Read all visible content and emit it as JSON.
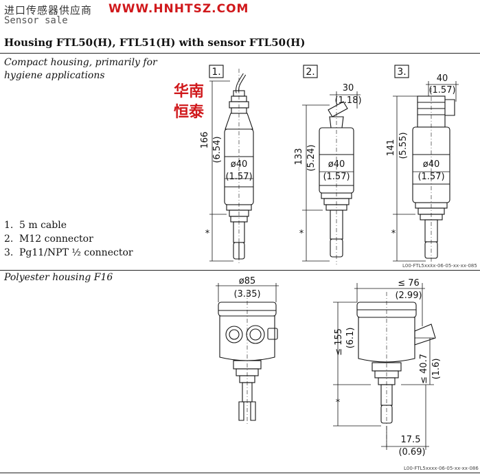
{
  "header": {
    "brand_cn": "进口传感器供应商",
    "url": "WWW.HNHTSZ.COM",
    "subtitle": "Sensor sale"
  },
  "title": "Housing FTL50(H), FTL51(H) with sensor FTL50(H)",
  "section1": {
    "caption_line1": "Compact housing, primarily for",
    "caption_line2": "hygiene applications",
    "labels": [
      "1.",
      "2.",
      "3."
    ],
    "legend": [
      {
        "num": "1.",
        "text": "5 m cable"
      },
      {
        "num": "2.",
        "text": "M12 connector"
      },
      {
        "num": "3.",
        "text": "Pg11/NPT ½ connector"
      }
    ],
    "dims": {
      "h1_mm": "166",
      "h1_in": "(6.54)",
      "h2_mm": "133",
      "h2_in": "(5.24)",
      "h3_mm": "141",
      "h3_in": "(5.55)",
      "dia_mm": "ø40",
      "dia_in": "(1.57)",
      "w2_mm": "30",
      "w2_in": "(1.18)",
      "w3_mm": "40",
      "w3_in": "(1.57)",
      "star": "*"
    },
    "stamp": [
      "华南",
      "恒泰"
    ],
    "code": "L00-FTL5xxxx-06-05-xx-xx-085"
  },
  "section2": {
    "caption": "Polyester housing F16",
    "dims": {
      "dia_mm": "ø85",
      "dia_in": "(3.35)",
      "w_mm": "≤ 76",
      "w_in": "(2.99)",
      "h_mm": "≤ 155",
      "h_in": "(6.1)",
      "h2_mm": "≤ 40.7",
      "h2_in": "(1.6)",
      "b_mm": "17.5",
      "b_in": "(0.69)",
      "star": "*"
    },
    "code": "L00-FTL5xxxx-06-05-xx-xx-086"
  }
}
